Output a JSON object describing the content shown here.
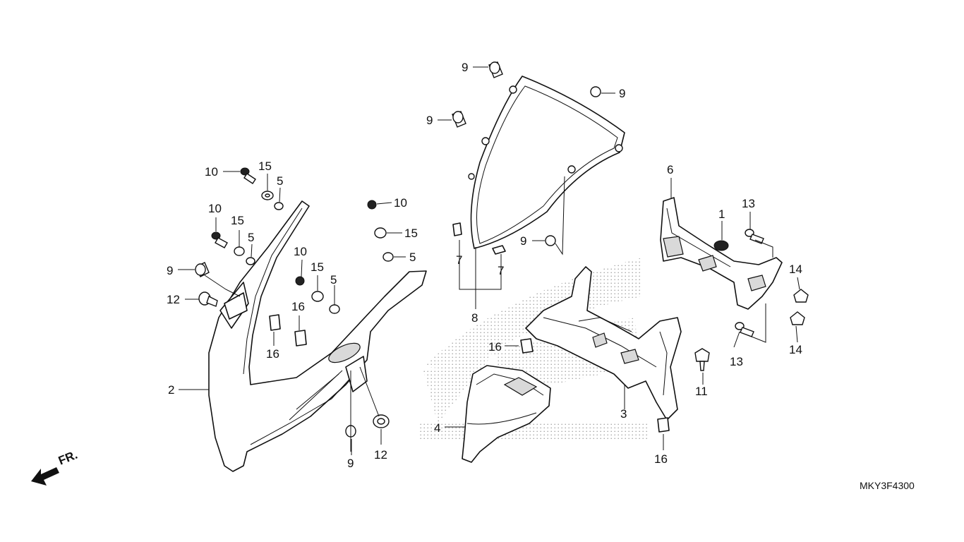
{
  "diagram_code": "MKY3F4300",
  "front_label": "FR.",
  "callouts": [
    {
      "id": "c9a",
      "text": "9"
    },
    {
      "id": "c9b",
      "text": "9"
    },
    {
      "id": "c9c",
      "text": "9"
    },
    {
      "id": "c9d",
      "text": "9"
    },
    {
      "id": "c9e",
      "text": "9"
    },
    {
      "id": "c9f",
      "text": "9"
    },
    {
      "id": "c10a",
      "text": "10"
    },
    {
      "id": "c10b",
      "text": "10"
    },
    {
      "id": "c10c",
      "text": "10"
    },
    {
      "id": "c10d",
      "text": "10"
    },
    {
      "id": "c15a",
      "text": "15"
    },
    {
      "id": "c15b",
      "text": "15"
    },
    {
      "id": "c15c",
      "text": "15"
    },
    {
      "id": "c15d",
      "text": "15"
    },
    {
      "id": "c5a",
      "text": "5"
    },
    {
      "id": "c5b",
      "text": "5"
    },
    {
      "id": "c5c",
      "text": "5"
    },
    {
      "id": "c5d",
      "text": "5"
    },
    {
      "id": "c12a",
      "text": "12"
    },
    {
      "id": "c12b",
      "text": "12"
    },
    {
      "id": "c16a",
      "text": "16"
    },
    {
      "id": "c16b",
      "text": "16"
    },
    {
      "id": "c16c",
      "text": "16"
    },
    {
      "id": "c16d",
      "text": "16"
    },
    {
      "id": "c2",
      "text": "2"
    },
    {
      "id": "c3",
      "text": "3"
    },
    {
      "id": "c4",
      "text": "4"
    },
    {
      "id": "c6",
      "text": "6"
    },
    {
      "id": "c1",
      "text": "1"
    },
    {
      "id": "c7a",
      "text": "7"
    },
    {
      "id": "c7b",
      "text": "7"
    },
    {
      "id": "c8",
      "text": "8"
    },
    {
      "id": "c11",
      "text": "11"
    },
    {
      "id": "c13a",
      "text": "13"
    },
    {
      "id": "c13b",
      "text": "13"
    },
    {
      "id": "c14a",
      "text": "14"
    },
    {
      "id": "c14b",
      "text": "14"
    }
  ]
}
